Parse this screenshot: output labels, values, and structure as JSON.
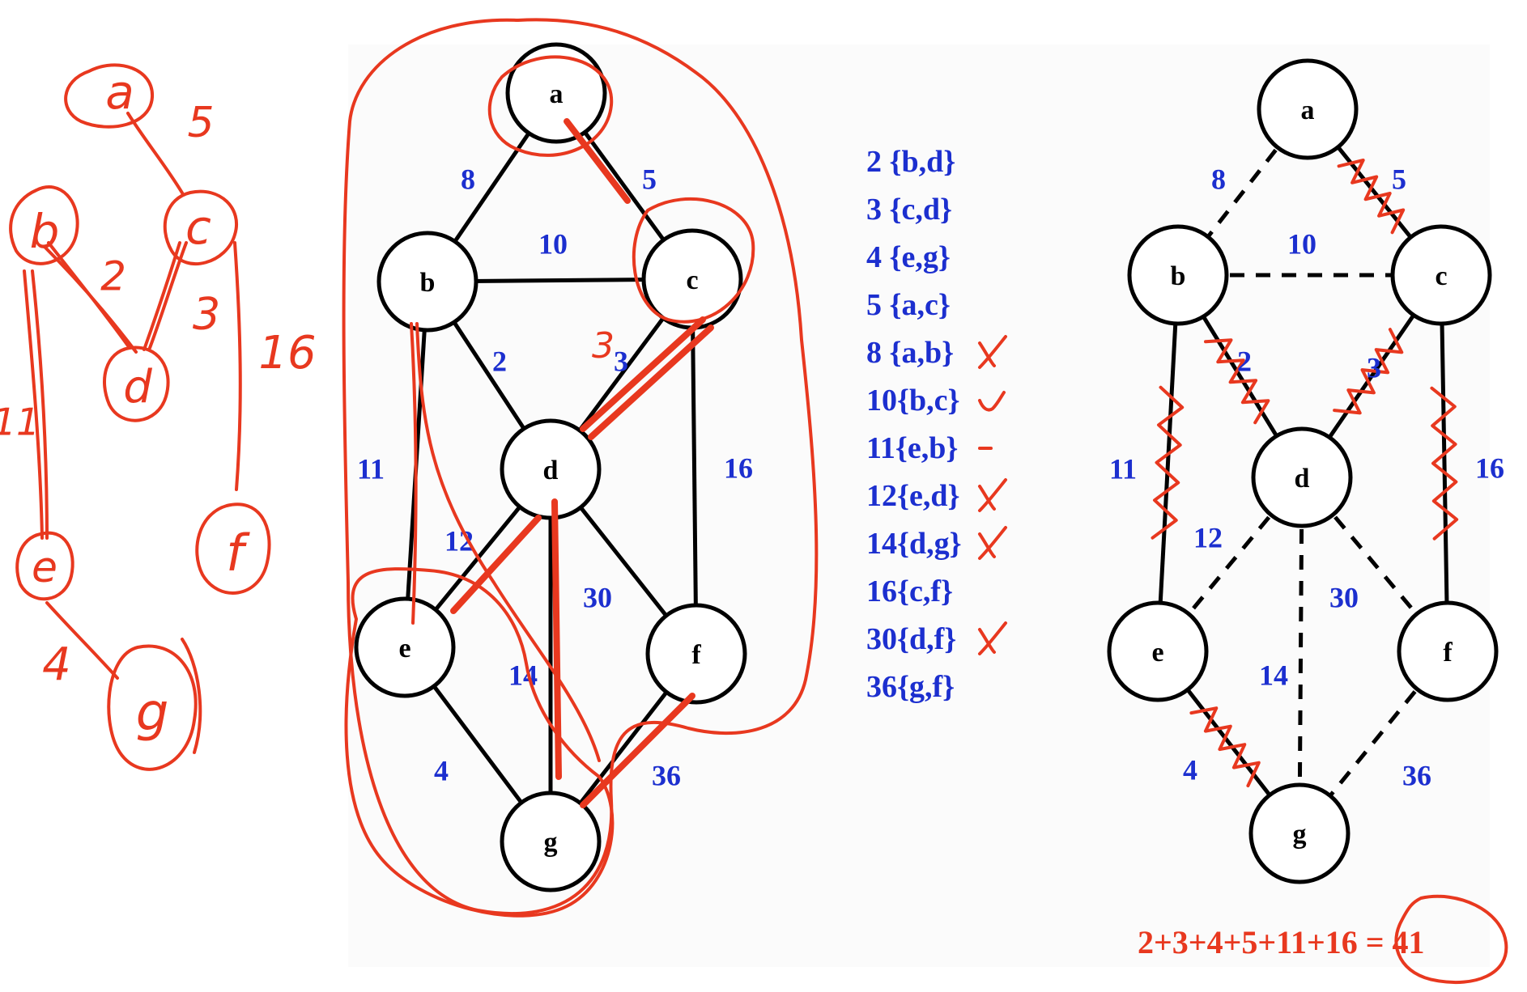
{
  "graph": {
    "nodes": [
      "a",
      "b",
      "c",
      "d",
      "e",
      "f",
      "g"
    ],
    "edges": [
      {
        "u": "a",
        "v": "b",
        "w": "8"
      },
      {
        "u": "a",
        "v": "c",
        "w": "5"
      },
      {
        "u": "b",
        "v": "c",
        "w": "10"
      },
      {
        "u": "b",
        "v": "d",
        "w": "2"
      },
      {
        "u": "c",
        "v": "d",
        "w": "3"
      },
      {
        "u": "c",
        "v": "f",
        "w": "16"
      },
      {
        "u": "b",
        "v": "e",
        "w": "11"
      },
      {
        "u": "d",
        "v": "e",
        "w": "12"
      },
      {
        "u": "d",
        "v": "f",
        "w": "30"
      },
      {
        "u": "d",
        "v": "g",
        "w": "14"
      },
      {
        "u": "e",
        "v": "g",
        "w": "4"
      },
      {
        "u": "f",
        "v": "g",
        "w": "36"
      }
    ]
  },
  "sorted_edges": [
    {
      "text": "2 {b,d}",
      "mark": ""
    },
    {
      "text": "3 {c,d}",
      "mark": ""
    },
    {
      "text": "4 {e,g}",
      "mark": ""
    },
    {
      "text": "5 {a,c}",
      "mark": ""
    },
    {
      "text": "8 {a,b}",
      "mark": "x"
    },
    {
      "text": "10{b,c}",
      "mark": "check"
    },
    {
      "text": "11{e,b}",
      "mark": "dash"
    },
    {
      "text": "12{e,d}",
      "mark": "x"
    },
    {
      "text": "14{d,g}",
      "mark": "x"
    },
    {
      "text": "16{c,f}",
      "mark": ""
    },
    {
      "text": "30{d,f}",
      "mark": "x"
    },
    {
      "text": "36{g,f}",
      "mark": ""
    }
  ],
  "mst_edges": [
    "a-c",
    "b-d",
    "c-d",
    "b-e",
    "c-f",
    "e-g"
  ],
  "sketch": {
    "nodes": [
      "a",
      "b",
      "c",
      "d",
      "e",
      "f",
      "g"
    ],
    "weights": [
      "5",
      "2",
      "3",
      "16",
      "11",
      "4"
    ]
  },
  "total": {
    "expression": "2+3+4+5+11+16 = 41"
  },
  "colors": {
    "edge_weight": "#1c2fcf",
    "annotation": "#e8381f",
    "node_stroke": "#000000"
  }
}
